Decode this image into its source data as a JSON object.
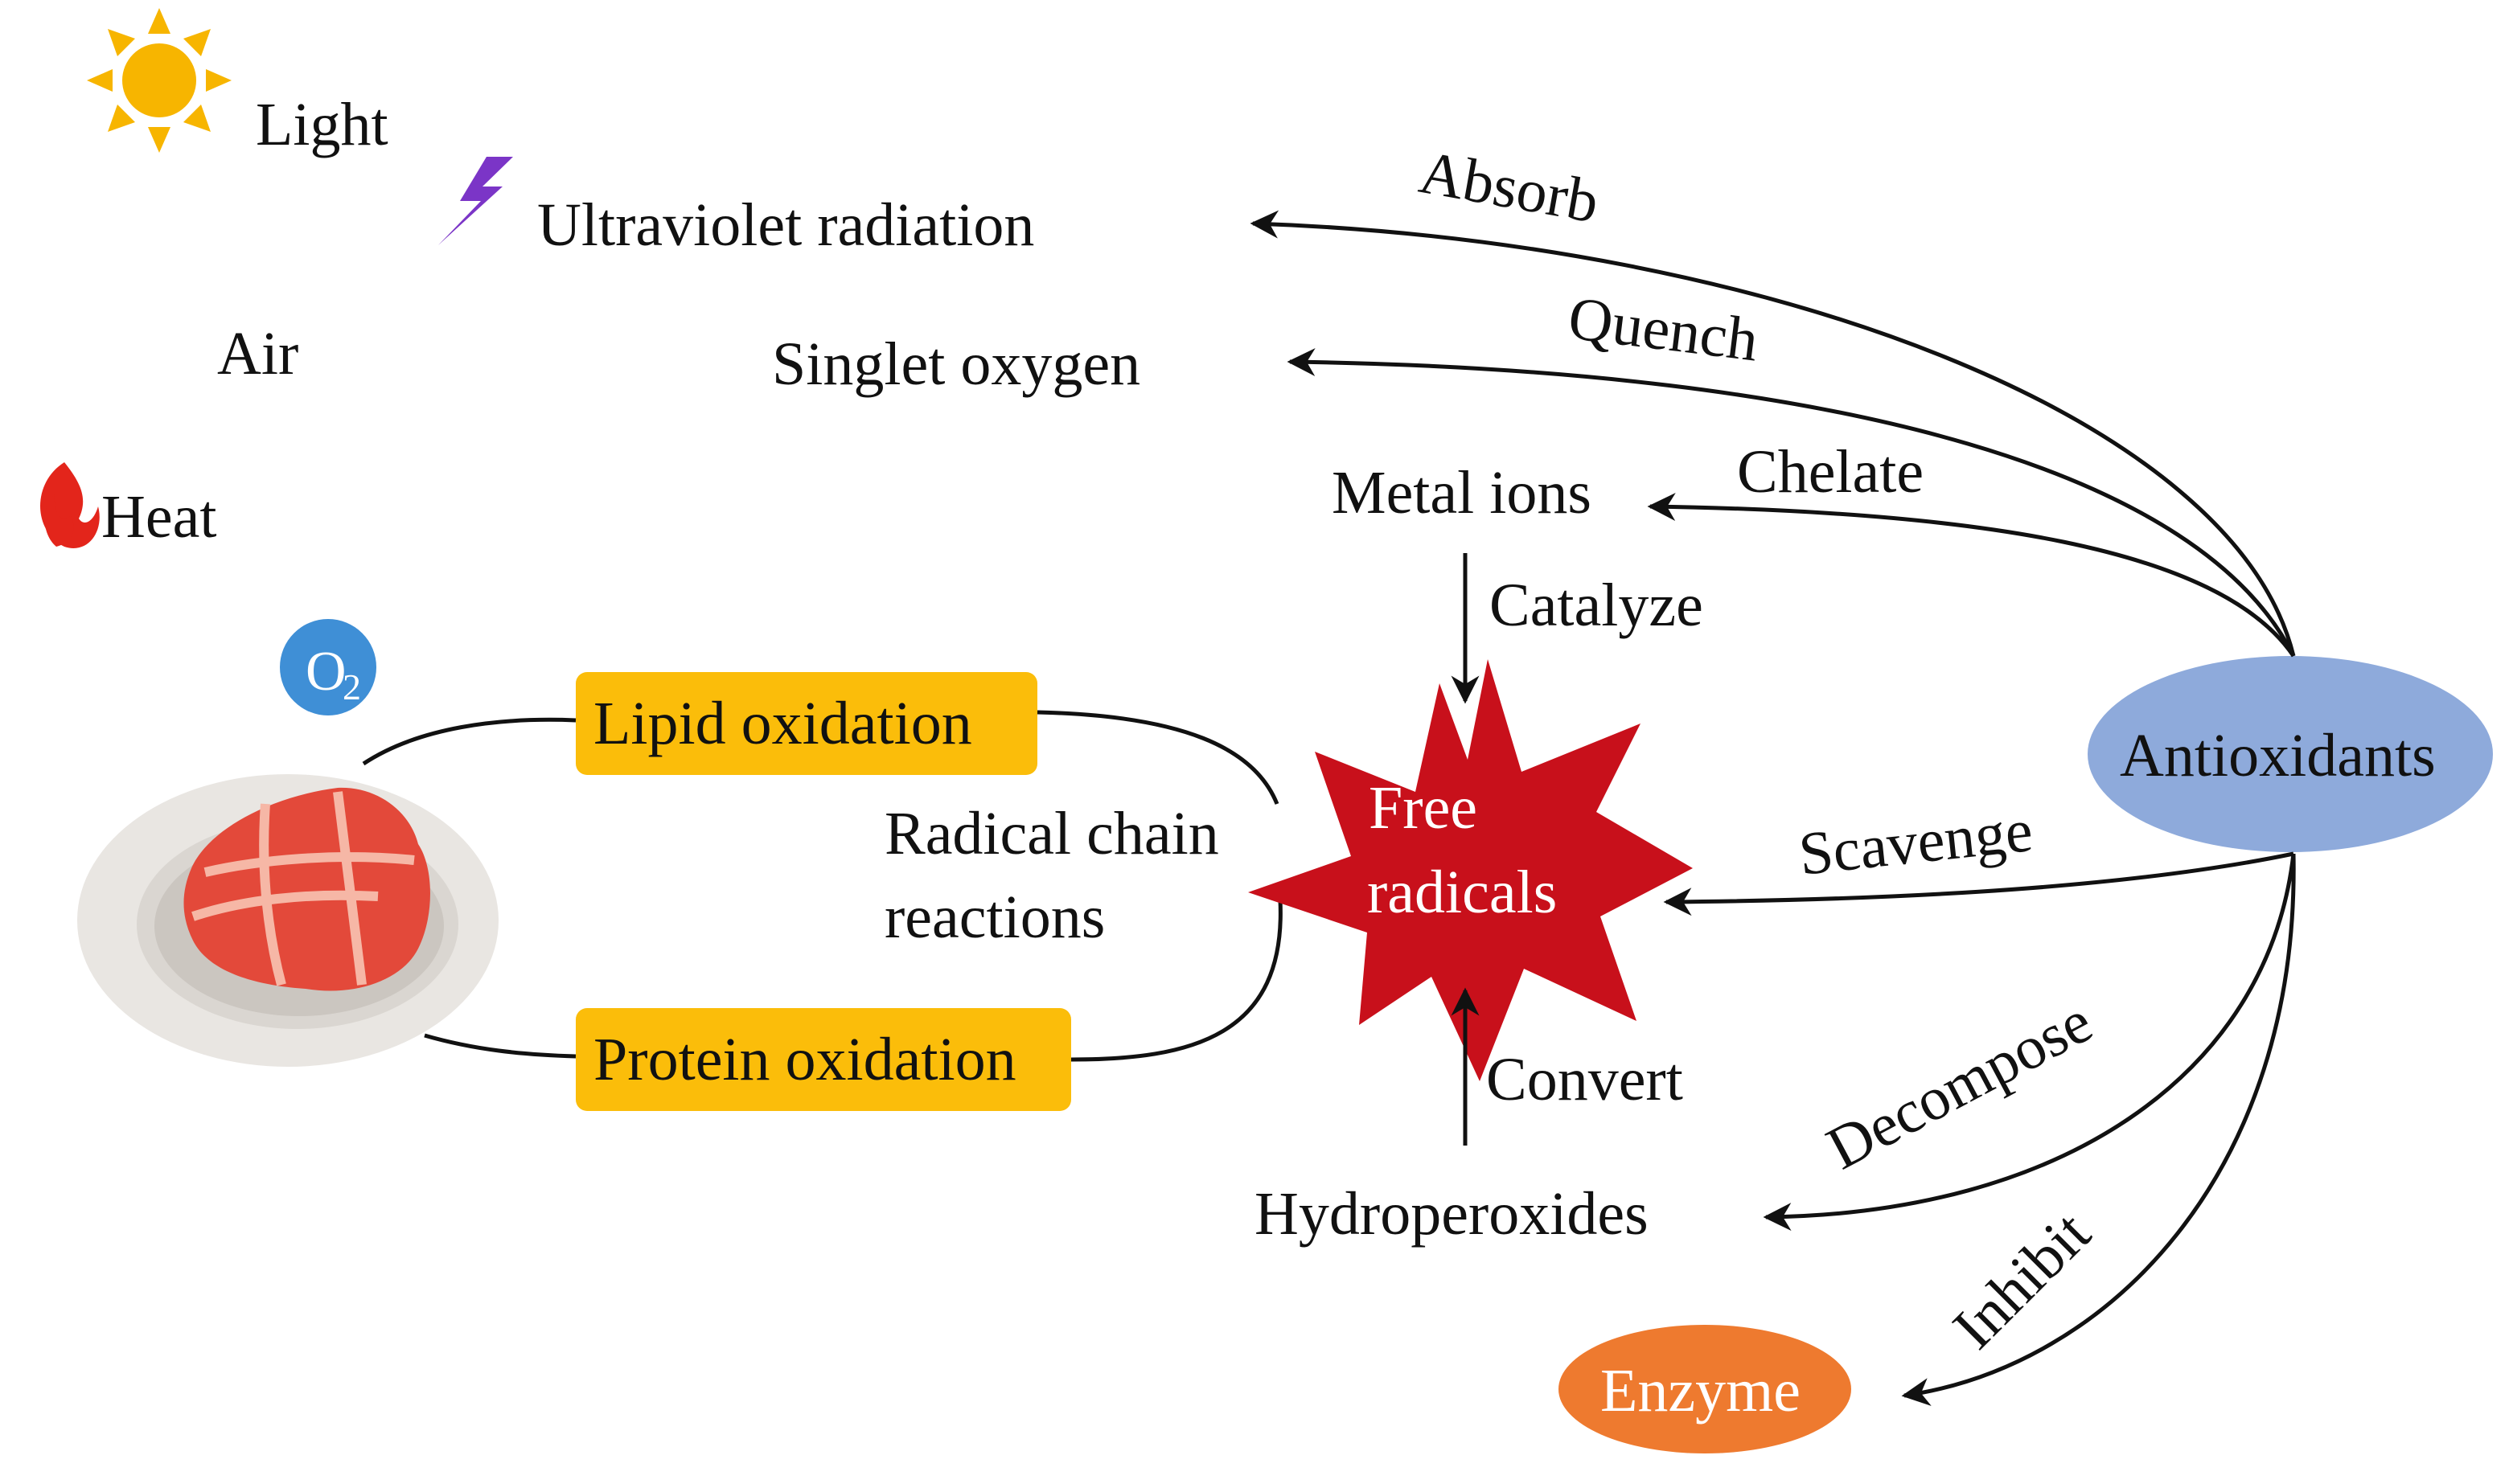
{
  "factors": {
    "light": "Light",
    "uv": "Ultraviolet radiation",
    "air": "Air",
    "heat": "Heat",
    "o2": "O",
    "o2_sub": "2"
  },
  "targets": {
    "singlet_oxygen": "Singlet oxygen",
    "metal_ions": "Metal ions",
    "hydroperoxides": "Hydroperoxides",
    "enzyme": "Enzyme"
  },
  "processes": {
    "lipid_oxidation": "Lipid oxidation",
    "protein_oxidation": "Protein oxidation",
    "radical_chain_line1": "Radical chain",
    "radical_chain_line2": "reactions",
    "free_radicals_line1": "Free",
    "free_radicals_line2": "radicals"
  },
  "antioxidants": "Antioxidants",
  "actions": {
    "absorb": "Absorb",
    "quench": "Quench",
    "chelate": "Chelate",
    "catalyze": "Catalyze",
    "scavenge": "Scavenge",
    "convert": "Convert",
    "decompose": "Decompose",
    "inhibit": "Inhibit"
  },
  "colors": {
    "box_fill": "#fbbd0a",
    "burst_fill": "#c8101b",
    "antioxidant_fill": "#8eaadb",
    "enzyme_fill": "#ee7a2f",
    "o2_fill": "#3f8fd6",
    "sun": "#f7b500",
    "bolt": "#7b35c7",
    "flame": "#e3251b"
  },
  "icons": [
    "sun-icon",
    "lightning-icon",
    "flame-icon",
    "meat-plate-icon"
  ]
}
